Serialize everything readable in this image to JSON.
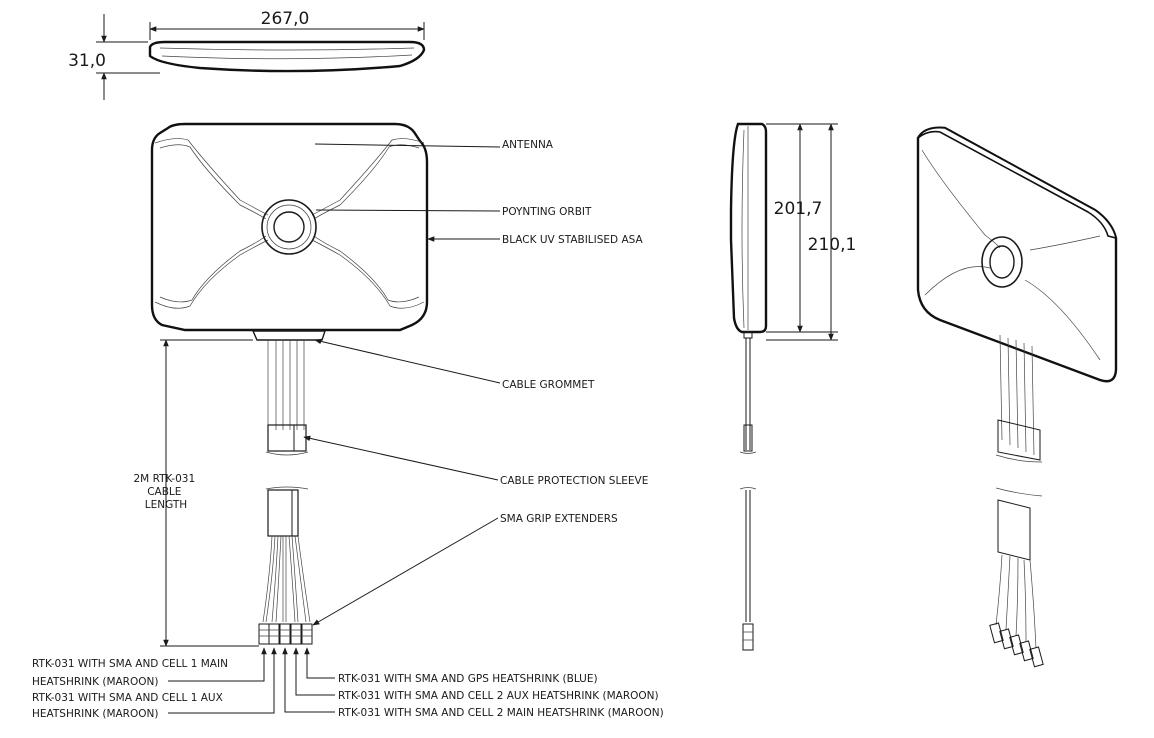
{
  "dimensions": {
    "width": "267,0",
    "thickness": "31,0",
    "height_inner": "201,7",
    "height_outer": "210,1"
  },
  "cable_length": [
    "2M RTK-031",
    "CABLE",
    "LENGTH"
  ],
  "callouts": {
    "antenna": "ANTENNA",
    "orbit": "POYNTING ORBIT",
    "asa": "BLACK UV STABILISED ASA",
    "grommet": "CABLE GROMMET",
    "sleeve": "CABLE PROTECTION SLEEVE",
    "sma": "SMA GRIP EXTENDERS"
  },
  "connectors": {
    "cell1_main": [
      "RTK-031 WITH SMA AND CELL 1 MAIN",
      "HEATSHRINK (MAROON)"
    ],
    "cell1_aux": [
      "RTK-031 WITH SMA AND CELL 1 AUX",
      "HEATSHRINK (MAROON)"
    ],
    "gps": "RTK-031 WITH SMA AND GPS HEATSHRINK (BLUE)",
    "cell2_aux": "RTK-031 WITH SMA AND CELL 2 AUX HEATSHRINK (MAROON)",
    "cell2_main": "RTK-031 WITH SMA AND CELL 2 MAIN HEATSHRINK (MAROON)"
  }
}
